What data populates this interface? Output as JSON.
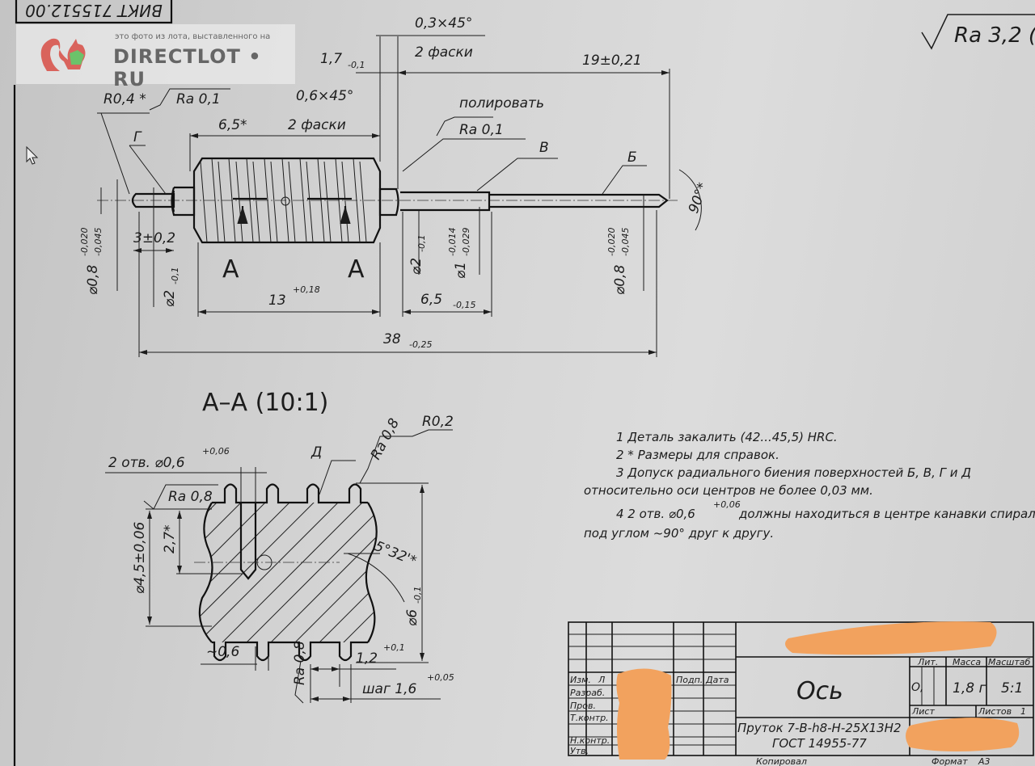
{
  "watermark": {
    "caption": "это фото из лота, выставленного на",
    "brand": "DIRECTLOT • RU"
  },
  "designation": "ВИКТ 715512.00",
  "general_roughness": "Ra 3,2 (",
  "main_view": {
    "chamfer1": "0,3×45°",
    "chamfer1_count": "2 фаски",
    "len_17": "1,7",
    "len_17_tol": "-0,1",
    "len_19": "19±0,21",
    "radius": "R0,4 *",
    "rough_left": "Ra 0,1",
    "chamfer2": "0,6×45°",
    "chamfer2_count": "2 фаски",
    "len_65_ref": "6,5*",
    "polish": "полировать",
    "rough_right": "Ra 0,1",
    "surf_g": "Г",
    "surf_v": "В",
    "surf_b": "Б",
    "angle": "90°*",
    "dia_08_left": "⌀0,8",
    "dia_08_left_up": "-0,020",
    "dia_08_left_lo": "-0,045",
    "len_3": "3±0,2",
    "dia_2_left": "⌀2",
    "dia_2_left_tol": "-0,1",
    "section_a1": "A",
    "section_a2": "A",
    "len_13": "13",
    "len_13_tol": "+0,18",
    "dia_2_right": "⌀2",
    "dia_2_right_tol": "-0,1",
    "dia_1": "⌀1",
    "dia_1_up": "-0,014",
    "dia_1_lo": "-0,029",
    "len_65": "6,5",
    "len_65_tol": "-0,15",
    "dia_08_right": "⌀0,8",
    "dia_08_right_up": "-0,020",
    "dia_08_right_lo": "-0,045",
    "len_38": "38",
    "len_38_tol": "-0,25"
  },
  "section_view": {
    "title": "A–A (10:1)",
    "holes": "2 отв. ⌀0,6",
    "holes_tol": "+0,06",
    "surf_d": "Д",
    "rough_top": "Ra 0,8",
    "rough_corner": "Ra 0,8",
    "radius": "R0,2",
    "len_27": "2,7*",
    "dia_45": "⌀4,5±0,06",
    "angle": "5°32'*",
    "dia_6": "⌀6",
    "dia_6_tol": "-0,1",
    "approx_06": "~0,6",
    "rough_bottom": "Ra 0,8",
    "width_12": "1,2",
    "width_12_tol": "+0,1",
    "pitch": "шаг 1,6",
    "pitch_tol": "+0,05"
  },
  "notes": [
    "1 Деталь закалить (42...45,5) HRC.",
    "2 * Размеры для справок.",
    "3  Допуск  радиального  биения  поверхностей  Б,  В,  Г  и  Д",
    "относительно оси центров не более 0,03 мм.",
    "4 2 отв. ⌀0,6",
    "+0,06",
    "должны находиться в центре канавки спирали",
    "под углом ~90° друг к другу."
  ],
  "title_block": {
    "izm": "Изм.",
    "list_short": "Л",
    "podp": "Подп.",
    "data": "Дата",
    "razrab": "Разраб.",
    "prov": "Пров.",
    "tkontr": "Т.контр.",
    "nkontr": "Н.контр.",
    "utv": "Утв.",
    "name": "Ось",
    "lit": "Лит.",
    "massa": "Масса",
    "masshtab": "Масштаб",
    "lit_value": "О,",
    "mass_value": "1,8 г",
    "scale_value": "5:1",
    "sheet": "Лист",
    "sheets": "Листов",
    "sheets_value": "1",
    "material_line1": "Пруток 7-В-h8-Н-25Х13Н2",
    "material_line2": "ГОСТ 14955-77",
    "copied": "Копировал",
    "format": "Формат",
    "format_value": "А3"
  },
  "colors": {
    "redaction": "#f2a25e",
    "line": "#1c1c1c"
  }
}
